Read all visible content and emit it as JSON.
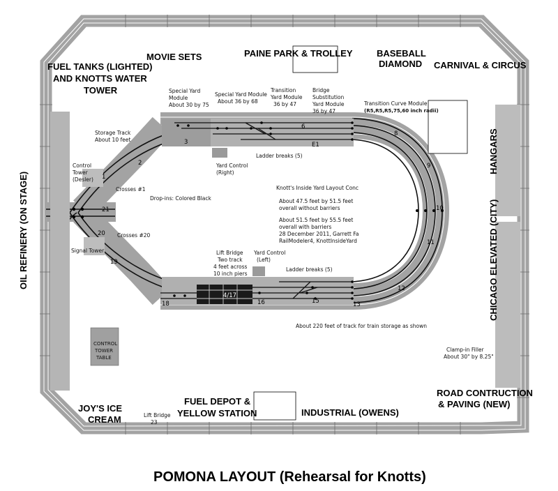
{
  "title": "POMONA LAYOUT (Rehearsal for Knotts)",
  "perimeter_labels": {
    "movie_sets": "MOVIE SETS",
    "paine_park": "PAINE PARK & TROLLEY",
    "baseball_1": "BASEBALL",
    "baseball_2": "DIAMOND",
    "carnival": "CARNIVAL & CIRCUS",
    "fuel_tanks_1": "FUEL TANKS (LIGHTED)",
    "fuel_tanks_2": "AND KNOTTS WATER",
    "fuel_tanks_3": "TOWER",
    "oil_refinery": "OIL REFINERY (ON STAGE)",
    "hangars": "HANGARS",
    "chicago": "CHICAGO ELEVATED (CITY)",
    "joys_1": "JOY'S ICE",
    "joys_2": "CREAM",
    "fuel_depot_1": "FUEL DEPOT &",
    "fuel_depot_2": "YELLOW STATION",
    "industrial": "INDUSTRIAL (OWENS)",
    "road_1": "ROAD CONTRUCTION",
    "road_2": "& PAVING (NEW)"
  },
  "notes": {
    "special_yard_a_1": "Special Yard",
    "special_yard_a_2": "Module",
    "special_yard_a_3": "About 30 by 75",
    "special_yard_b_1": "Special Yard Module",
    "special_yard_b_2": "About 36 by 68",
    "transition_yard_1": "Transition",
    "transition_yard_2": "Yard Module",
    "transition_yard_3": "36 by 47",
    "bridge_sub_1": "Bridge",
    "bridge_sub_2": "Substitution",
    "bridge_sub_3": "Yard Module",
    "bridge_sub_4": "36 by 47",
    "transition_curve_1": "Transition Curve Module",
    "transition_curve_2": "(R5,R5,R5,75,60 inch radii)",
    "storage_1": "Storage Track",
    "storage_2": "About 10 feet",
    "control_tower_1": "Control",
    "control_tower_2": "Tower",
    "control_tower_3": "(Desler)",
    "ladder_top": "Ladder breaks (5)",
    "ladder_bottom": "Ladder breaks (5)",
    "yard_control_right_1": "Yard Control",
    "yard_control_right_2": "(Right)",
    "yard_control_left_1": "Yard Control",
    "yard_control_left_2": "(Left)",
    "crosses_1": "Crosses #1",
    "crosses_20": "Crosses #20",
    "dropins": "Drop-ins: Colored Black",
    "signal_tower": "Signal Tower",
    "knott_1": "Knott's Inside Yard Layout Conc",
    "knott_2": "About 47.5 feet by 51.5 feet",
    "knott_3": "overall without barriers",
    "knott_4": "About 51.5 feet by 55.5 feet",
    "knott_5": "overall with barriers",
    "knott_6": "28 December 2011, Garrett Fa",
    "knott_7": "RailModeler4, KnottInsideYard",
    "lift_bridge_1": "Lift Bridge",
    "lift_bridge_2": "Two track",
    "lift_bridge_3": "4 feet across",
    "lift_bridge_4": "10 inch piers",
    "storage_total": "About 220 feet of track for train storage as shown",
    "clamp_1": "Clamp-in Filler",
    "clamp_2": "About 30\" by 8.25\"",
    "control_table_1": "CONTROL",
    "control_table_2": "TOWER",
    "control_table_3": "TABLE",
    "lift_bridge_23_1": "Lift Bridge",
    "lift_bridge_23_2": "23"
  },
  "module_numbers": {
    "n2": "2",
    "n3": "3",
    "n6": "6",
    "e1": "E1",
    "n8": "8",
    "n9": "9",
    "n10": "10",
    "n11": "11",
    "n12": "12",
    "n13": "13",
    "n15": "15",
    "n16": "16",
    "n417": "4/17",
    "n18": "18",
    "n19": "19",
    "n20": "20",
    "n21": "21",
    "n1": "1"
  },
  "colors": {
    "track_base": "#a3a3a3",
    "track_dark": "#7a7a7a",
    "rail": "#ffffff",
    "yard_rail": "#111111",
    "bridge": "#1a1a1a"
  }
}
